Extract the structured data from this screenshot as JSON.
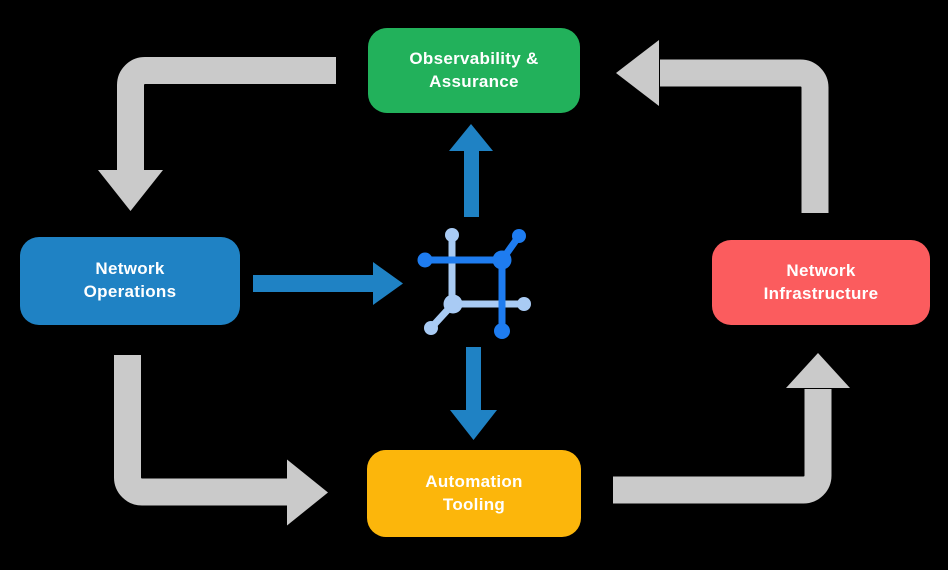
{
  "colors": {
    "background": "#000000",
    "node_text": "#ffffff",
    "flow_arrow": "#cacaca",
    "accent_arrow": "#1f82c4",
    "icon_dark": "#1e7cf0",
    "icon_light": "#a9cbf4"
  },
  "nodes": {
    "observability": {
      "label": "Observability &\nAssurance",
      "color": "#22b15b"
    },
    "network_operations": {
      "label": "Network\nOperations",
      "color": "#1f82c4"
    },
    "network_infrastructure": {
      "label": "Network\nInfrastructure",
      "color": "#fb5c5e"
    },
    "automation_tooling": {
      "label": "Automation\nTooling",
      "color": "#fcb60b"
    }
  },
  "center_icon": {
    "name": "network-mesh-icon"
  },
  "flows": {
    "gray_cycle": [
      {
        "from": "observability",
        "to": "network_operations"
      },
      {
        "from": "network_operations",
        "to": "automation_tooling"
      },
      {
        "from": "automation_tooling",
        "to": "network_infrastructure"
      },
      {
        "from": "network_infrastructure",
        "to": "observability"
      }
    ],
    "blue_flows": [
      {
        "from": "network_operations",
        "to": "center"
      },
      {
        "from": "center",
        "to": "observability"
      },
      {
        "from": "center",
        "to": "automation_tooling"
      }
    ]
  }
}
